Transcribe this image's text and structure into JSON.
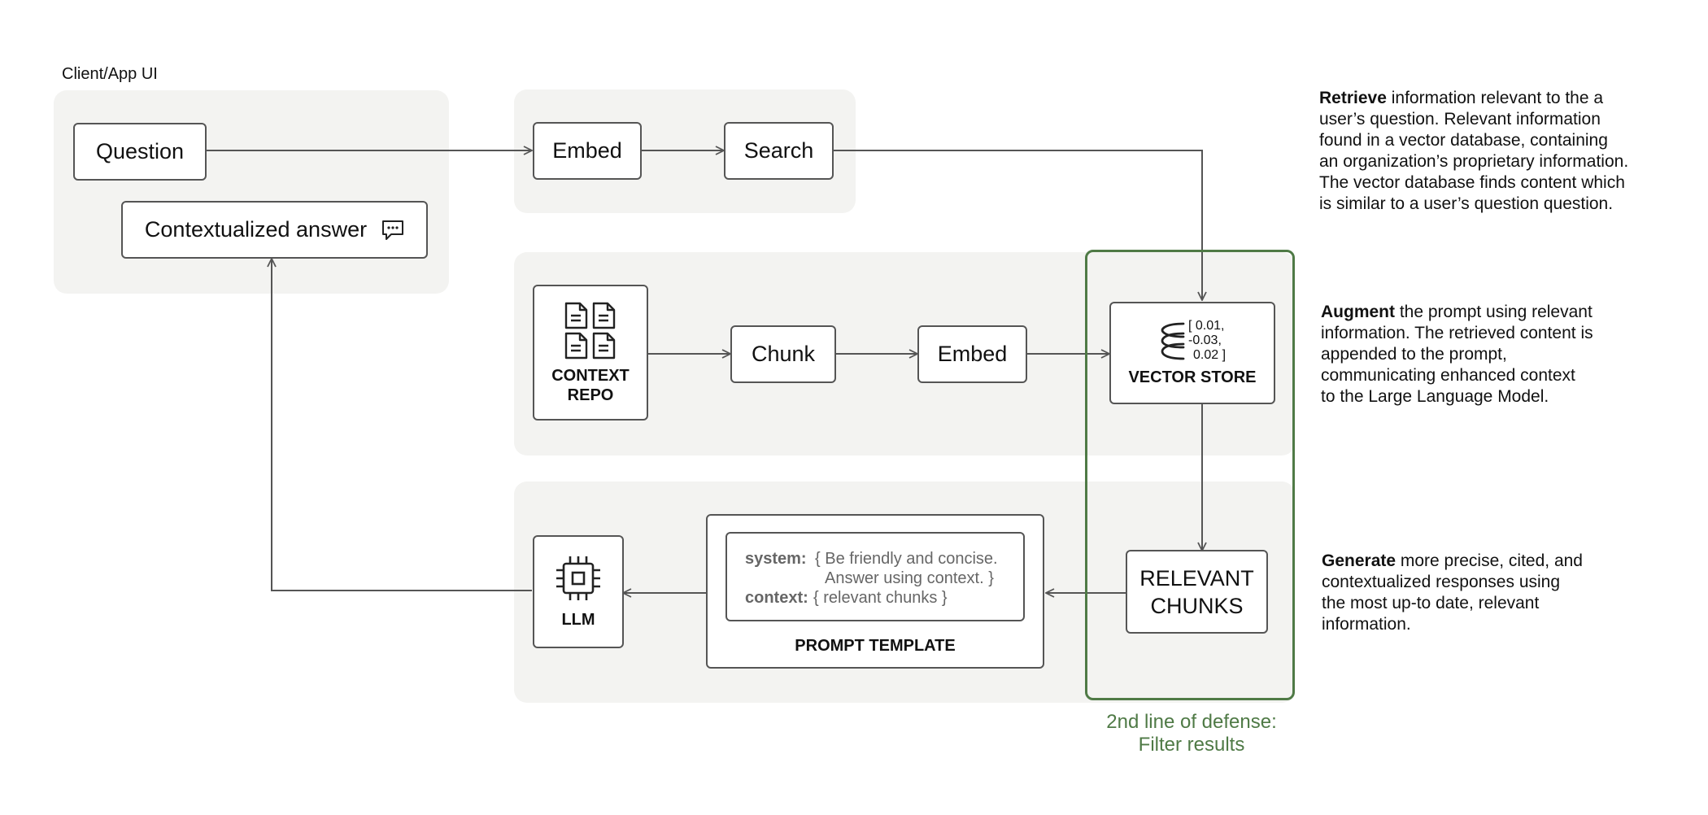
{
  "client": {
    "label": "Client/App UI"
  },
  "nodes": {
    "question": "Question",
    "answer": "Contextualized answer",
    "embed_top": "Embed",
    "search": "Search",
    "context_repo": [
      "CONTEXT",
      "REPO"
    ],
    "chunk": "Chunk",
    "embed_mid": "Embed",
    "vector_store": {
      "caption": "VECTOR STORE",
      "values": [
        "[ 0.01,",
        "-0.03,",
        "0.02 ]"
      ]
    },
    "relevant_chunks": [
      "RELEVANT",
      "CHUNKS"
    ],
    "prompt_template": {
      "caption": "PROMPT TEMPLATE",
      "system_key": "system:",
      "system_line1": "{ Be friendly and concise.",
      "system_line2": "Answer using context. }",
      "context_key": "context:",
      "context_value": "{ relevant chunks }"
    },
    "llm": "LLM"
  },
  "defense": {
    "line1": "2nd line of defense:",
    "line2": "Filter results",
    "color": "#4f7a46"
  },
  "descriptions": {
    "retrieve": {
      "keyword": "Retrieve",
      "lines": [
        " information relevant to the a",
        "user’s question. Relevant information",
        "found in a vector database, containing",
        "an organization’s proprietary information.",
        "The vector database finds content which",
        "is similar to a user’s question question."
      ]
    },
    "augment": {
      "keyword": "Augment",
      "lines": [
        " the prompt using relevant",
        "information. The retrieved content is",
        "appended to the prompt,",
        "communicating enhanced context",
        "to the Large Language Model."
      ]
    },
    "generate": {
      "keyword": "Generate",
      "lines": [
        " more precise, cited, and",
        "contextualized responses using",
        "the most up-to date, relevant",
        "information."
      ]
    }
  },
  "icons": {
    "documents": "documents-icon",
    "database": "database-icon",
    "chip": "chip-icon",
    "chat": "chat-icon"
  }
}
